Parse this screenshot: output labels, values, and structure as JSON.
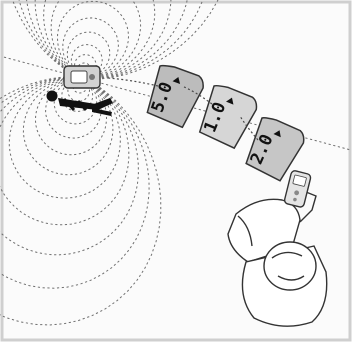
{
  "readouts": [
    {
      "value": "5.0"
    },
    {
      "value": "1.0"
    },
    {
      "value": "2.0"
    }
  ]
}
